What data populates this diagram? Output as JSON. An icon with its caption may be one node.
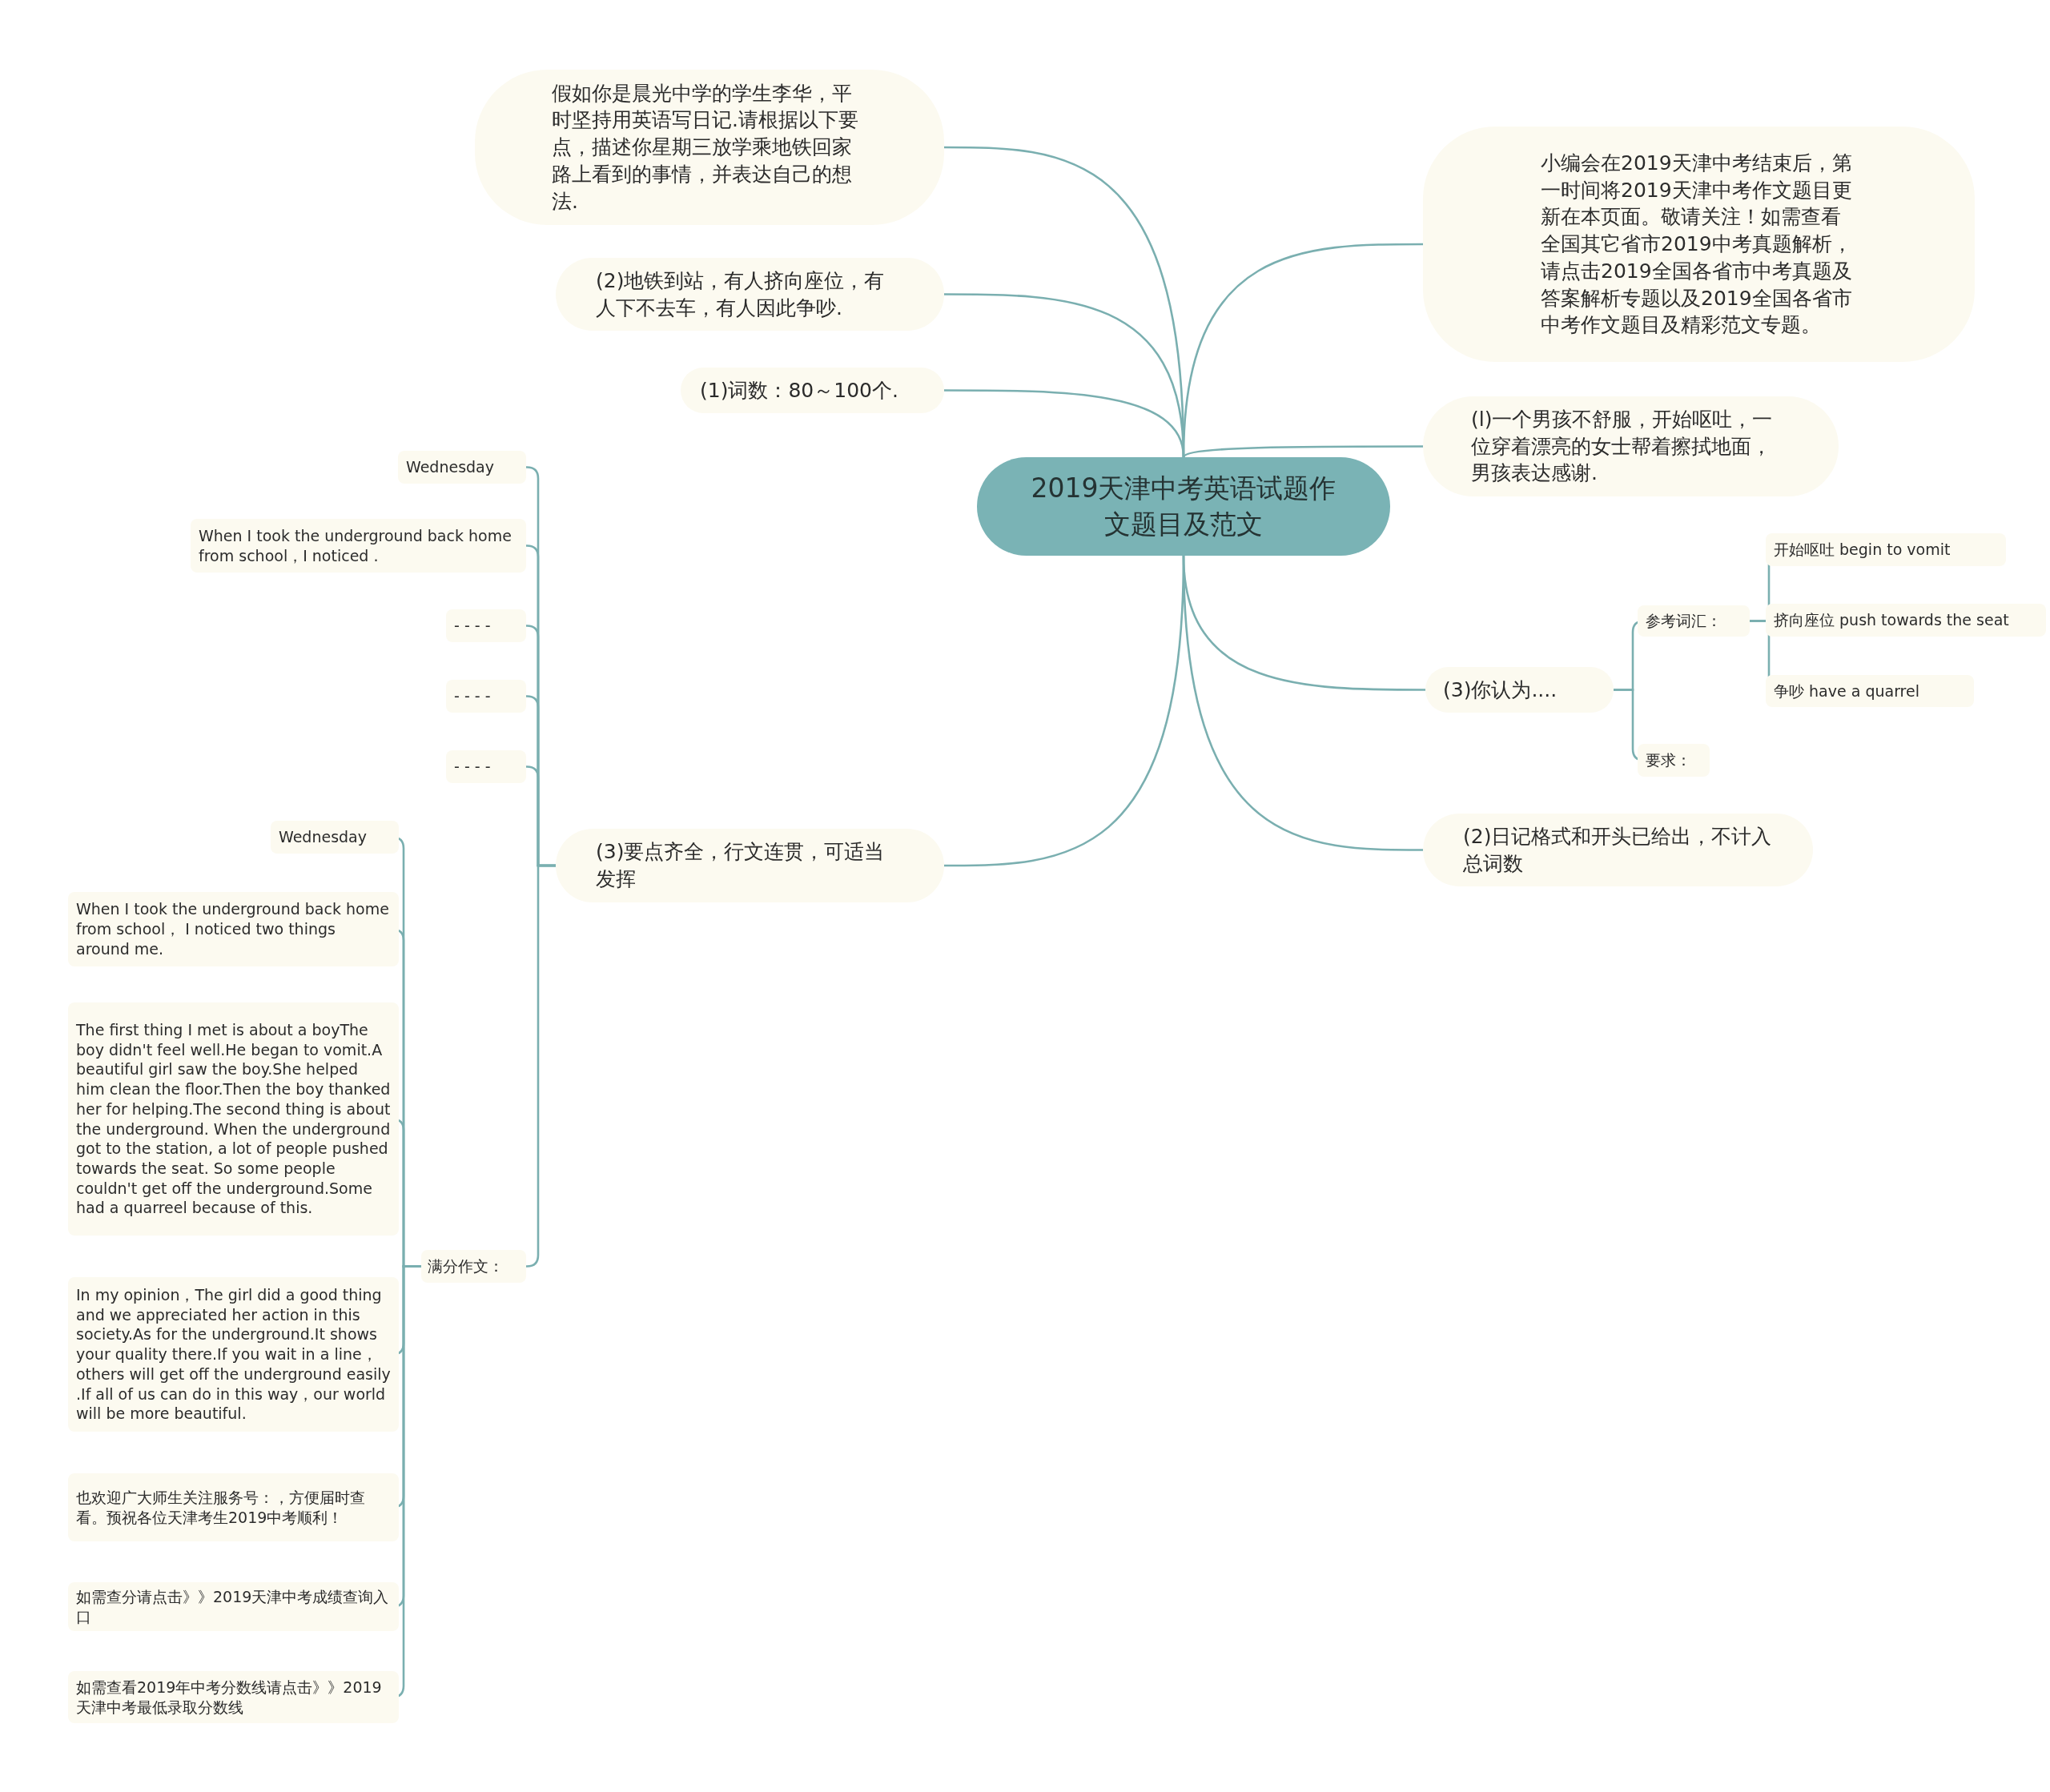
{
  "diagram": {
    "nodes": [
      {
        "text": [
          "2019天津中考英语试题作文题目及范文"
        ]
      },
      {
        "text": [
          "假如你是晨光中学的学生李华，平时坚持用英语写日记.请根据以下要点，描述你星期三放学乘地铁回家路上看到的事情，并表达自己的想法."
        ]
      },
      {
        "text": [
          "(2)地铁到站，有人挤向座位，有人下不去车，有人因此争吵."
        ]
      },
      {
        "text": [
          "(1)词数：80～100个."
        ]
      },
      {
        "text": [
          "小编会在2019天津中考结束后，第一时间将2019天津中考作文题目更新在本页面。敬请关注！如需查看全国其它省市2019中考真题解析，请点击2019全国各省市中考真题及答案解析专题以及2019全国各省市中考作文题目及精彩范文专题。"
        ]
      },
      {
        "text": [
          "(l)一个男孩不舒服，开始呕吐，一位穿着漂亮的女士帮着擦拭地面，男孩表达感谢."
        ]
      },
      {
        "text": [
          "(3)你认为...."
        ]
      },
      {
        "text": [
          "参考词汇："
        ]
      },
      {
        "text": [
          "开始呕吐 begin to vomit"
        ]
      },
      {
        "text": [
          "挤向座位 push towards the seat"
        ]
      },
      {
        "text": [
          "争吵 have a quarrel"
        ]
      },
      {
        "text": [
          "要求："
        ]
      },
      {
        "text": [
          "(2)日记格式和开头已给出，不计入总词数"
        ]
      },
      {
        "text": [
          "(3)要点齐全，行文连贯，可适当发挥"
        ]
      },
      {
        "text": [
          "Wednesday"
        ]
      },
      {
        "text": [
          "When I took the underground back home from school，I noticed ."
        ]
      },
      {
        "text": [
          "- - - -"
        ]
      },
      {
        "text": [
          "- - - -"
        ]
      },
      {
        "text": [
          "- - - -"
        ]
      },
      {
        "text": [
          "满分作文："
        ]
      },
      {
        "text": [
          "Wednesday"
        ]
      },
      {
        "text": [
          "When I took the underground back home from school， I noticed two things around me."
        ]
      },
      {
        "text": [
          "The first thing I met is about a boyThe boy didn't feel well.He began to vomit.A beautiful girl saw the boy.She helped him clean the floor.Then the boy thanked her for helping.The second thing is about the underground. When the underground got to the station, a lot of people pushed towards the seat. So some people couldn't get off the underground.Some had a quarreel because of this."
        ]
      },
      {
        "text": [
          "In my opinion，The girl did a good thing and we appreciated her action in this society.As for the underground.It shows your quality there.If you wait in a line，others will get off the underground easily .If all of us can do in this way，our world will be more beautiful."
        ]
      },
      {
        "text": [
          "也欢迎广大师生关注服务号：，方便届时查看。预祝各位天津考生2019中考顺利！"
        ]
      },
      {
        "text": [
          "如需查分请点击》》2019天津中考成绩查询入口"
        ]
      },
      {
        "text": [
          "如需查看2019年中考分数线请点击》》2019天津中考最低录取分数线"
        ]
      }
    ],
    "edges": [
      {
        "from": 0,
        "to": 1,
        "arrow": "none"
      },
      {
        "from": 0,
        "to": 2,
        "arrow": "none"
      },
      {
        "from": 0,
        "to": 3,
        "arrow": "none"
      },
      {
        "from": 0,
        "to": 4,
        "arrow": "none"
      },
      {
        "from": 0,
        "to": 5,
        "arrow": "none"
      },
      {
        "from": 0,
        "to": 6,
        "arrow": "none"
      },
      {
        "from": 6,
        "to": 7,
        "arrow": "none"
      },
      {
        "from": 7,
        "to": 8,
        "arrow": "none"
      },
      {
        "from": 7,
        "to": 9,
        "arrow": "none"
      },
      {
        "from": 7,
        "to": 10,
        "arrow": "none"
      },
      {
        "from": 6,
        "to": 11,
        "arrow": "none"
      },
      {
        "from": 0,
        "to": 12,
        "arrow": "none"
      },
      {
        "from": 0,
        "to": 13,
        "arrow": "none"
      },
      {
        "from": 13,
        "to": 14,
        "arrow": "none"
      },
      {
        "from": 13,
        "to": 15,
        "arrow": "none"
      },
      {
        "from": 13,
        "to": 16,
        "arrow": "none"
      },
      {
        "from": 13,
        "to": 17,
        "arrow": "none"
      },
      {
        "from": 13,
        "to": 18,
        "arrow": "none"
      },
      {
        "from": 13,
        "to": 19,
        "arrow": "none"
      },
      {
        "from": 19,
        "to": 20,
        "arrow": "none"
      },
      {
        "from": 19,
        "to": 21,
        "arrow": "none"
      },
      {
        "from": 19,
        "to": 22,
        "arrow": "none"
      },
      {
        "from": 19,
        "to": 23,
        "arrow": "none"
      },
      {
        "from": 19,
        "to": 24,
        "arrow": "none"
      },
      {
        "from": 19,
        "to": 25,
        "arrow": "none"
      },
      {
        "from": 19,
        "to": 26,
        "arrow": "none"
      }
    ]
  }
}
